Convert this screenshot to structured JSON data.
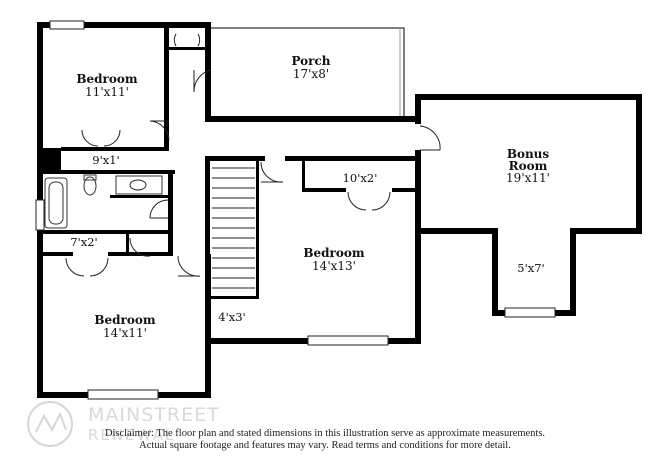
{
  "rooms": {
    "bedroom_top_left": {
      "name": "Bedroom",
      "size": "11'x11'"
    },
    "porch": {
      "name": "Porch",
      "size": "17'x8'"
    },
    "bonus_room": {
      "name_line1": "Bonus",
      "name_line2": "Room",
      "size": "19'x11'"
    },
    "bedroom_center": {
      "name": "Bedroom",
      "size": "14'x13'"
    },
    "bedroom_bottom_left": {
      "name": "Bedroom",
      "size": "14'x11'"
    }
  },
  "closets": {
    "hall_closet": "9'x1'",
    "center_closet": "10'x2'",
    "left_closet": "7'x2'",
    "stair_landing": "4'x3'",
    "bonus_nook": "5'x7'"
  },
  "disclaimer": {
    "line1": "Disclaimer: The floor plan and stated dimensions in this illustration serve as approximate measurements.",
    "line2": "Actual square footage and features may vary. Read terms and conditions for more detail."
  },
  "watermark": {
    "brand_top": "MAINSTREET",
    "brand_bottom": "RENEWAL"
  }
}
